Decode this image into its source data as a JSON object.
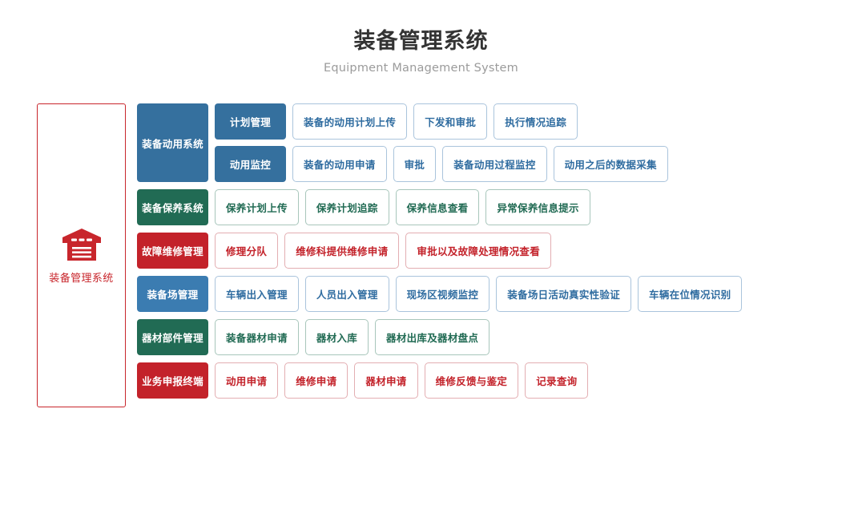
{
  "header": {
    "title_cn": "装备管理系统",
    "title_en": "Equipment Management System"
  },
  "root": {
    "icon": "warehouse-icon",
    "label": "装备管理系统",
    "color": "#c8262c"
  },
  "colors": {
    "blue": "#35709e",
    "blue_light": "#3b7cb1",
    "green": "#216b54",
    "red": "#c3222a",
    "card_border_blue": "#aac4dc",
    "card_border_green": "#a8c6bb",
    "card_border_red": "#e3aeb2"
  },
  "rows": [
    {
      "head": "装备动用系统",
      "theme": "blue",
      "subrows": [
        {
          "filled": "计划管理",
          "cards": [
            "装备的动用计划上传",
            "下发和审批",
            "执行情况追踪"
          ]
        },
        {
          "filled": "动用监控",
          "cards": [
            "装备的动用申请",
            "审批",
            "装备动用过程监控",
            "动用之后的数据采集"
          ]
        }
      ]
    },
    {
      "head": "装备保养系统",
      "theme": "green",
      "subrows": [
        {
          "filled": null,
          "cards": [
            "保养计划上传",
            "保养计划追踪",
            "保养信息查看",
            "异常保养信息提示"
          ]
        }
      ]
    },
    {
      "head": "故障维修管理",
      "theme": "red",
      "subrows": [
        {
          "filled": null,
          "cards": [
            "修理分队",
            "维修科提供维修申请",
            "审批以及故障处理情况查看"
          ]
        }
      ]
    },
    {
      "head": "装备场管理",
      "theme": "bluelight",
      "subrows": [
        {
          "filled": null,
          "cards": [
            "车辆出入管理",
            "人员出入管理",
            "现场区视频监控",
            "装备场日活动真实性验证",
            "车辆在位情况识别"
          ]
        }
      ]
    },
    {
      "head": "器材部件管理",
      "theme": "green",
      "subrows": [
        {
          "filled": null,
          "cards": [
            "装备器材申请",
            "器材入库",
            "器材出库及器材盘点"
          ]
        }
      ]
    },
    {
      "head": "业务申报终端",
      "theme": "red",
      "subrows": [
        {
          "filled": null,
          "cards": [
            "动用申请",
            "维修申请",
            "器材申请",
            "维修反馈与鉴定",
            "记录查询"
          ]
        }
      ]
    }
  ]
}
